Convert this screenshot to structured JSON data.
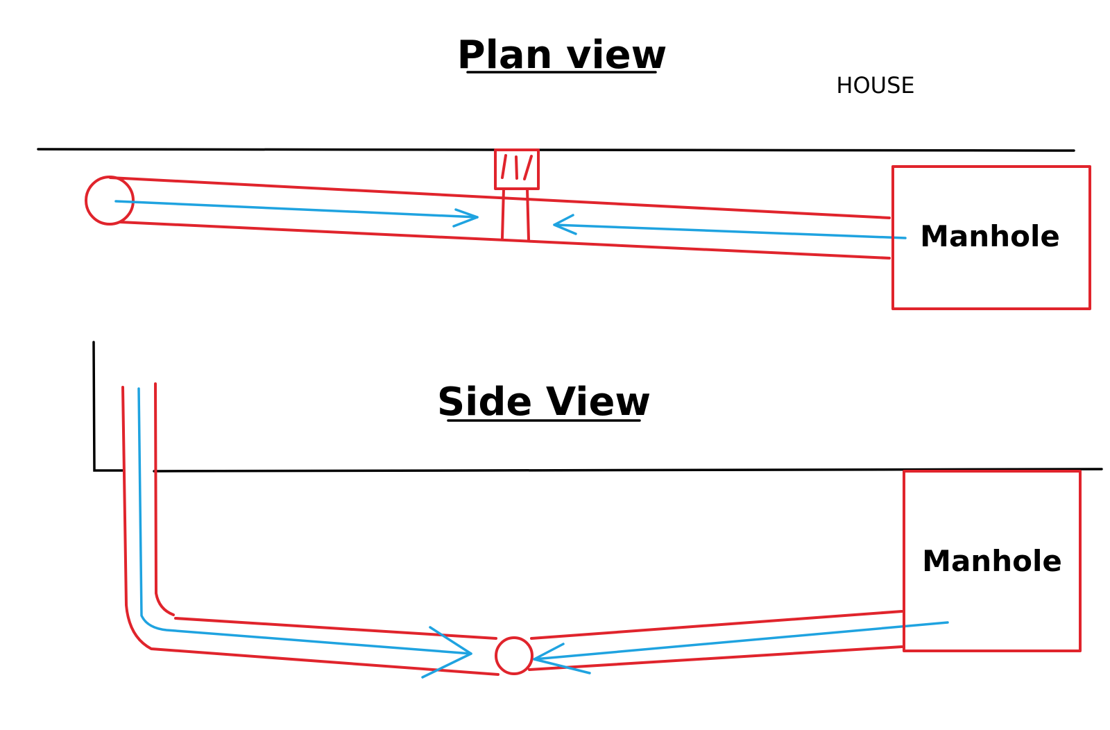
{
  "plan_view": {
    "title": "Plan view",
    "house_label": "HOUSE",
    "manhole_label": "Manhole"
  },
  "side_view": {
    "title": "Side View",
    "manhole_label": "Manhole"
  },
  "colors": {
    "pipe": "#e0242c",
    "flow": "#1fa3e0",
    "wall": "#000000"
  }
}
